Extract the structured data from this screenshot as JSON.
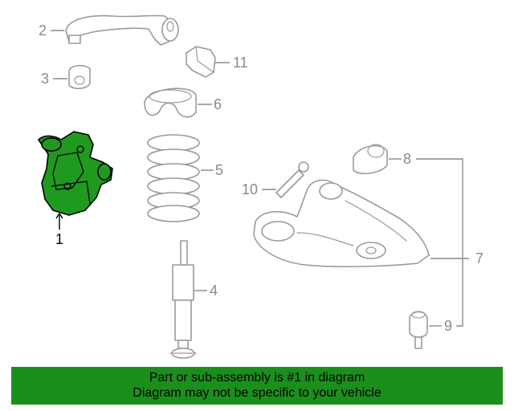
{
  "callouts": {
    "c1": "1",
    "c2": "2",
    "c3": "3",
    "c4": "4",
    "c5": "5",
    "c6": "6",
    "c7": "7",
    "c8": "8",
    "c9": "9",
    "c10": "10",
    "c11": "11"
  },
  "highlighted_part": "1",
  "colors": {
    "highlight": "#1f9a1f",
    "banner": "#1b8f1b",
    "line": "#9a9a9a"
  },
  "banner": {
    "line1": "Part or sub-assembly is #1 in diagram",
    "line2": "Diagram may not be specific to your vehicle"
  }
}
